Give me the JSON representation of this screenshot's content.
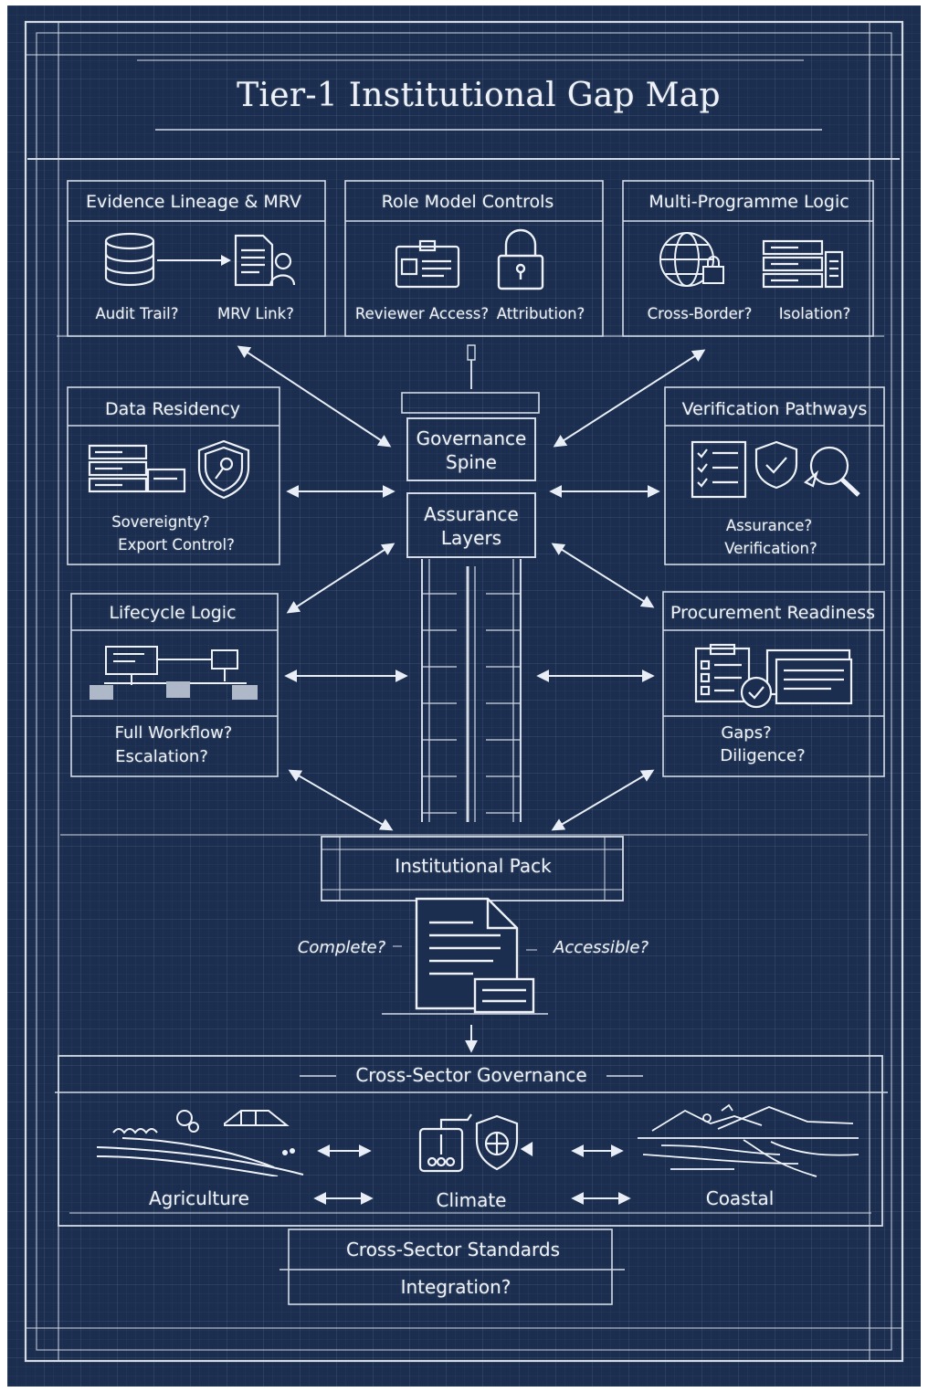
{
  "title": "Tier-1 Institutional Gap Map",
  "colors": {
    "background": "#1b2e4f",
    "line": "#e9eef6"
  },
  "panels": {
    "evidence": {
      "title": "Evidence Lineage & MRV",
      "q1": "Audit Trail?",
      "q2": "MRV Link?",
      "icons": [
        "database-icon",
        "document-user-icon"
      ]
    },
    "role": {
      "title": "Role Model Controls",
      "q1": "Reviewer Access?",
      "q2": "Attribution?",
      "icons": [
        "id-badge-icon",
        "padlock-icon"
      ]
    },
    "multi": {
      "title": "Multi-Programme Logic",
      "q1": "Cross-Border?",
      "q2": "Isolation?",
      "icons": [
        "globe-lock-icon",
        "server-rack-icon"
      ]
    },
    "residency": {
      "title": "Data Residency",
      "q1": "Sovereignty?",
      "q2": "Export Control?",
      "icons": [
        "server-rack-icon",
        "shield-icon"
      ]
    },
    "verification": {
      "title": "Verification Pathways",
      "q1": "Assurance?",
      "q2": "Verification?",
      "icons": [
        "checklist-icon",
        "shield-check-icon",
        "magnifier-icon"
      ]
    },
    "lifecycle": {
      "title": "Lifecycle Logic",
      "q1": "Full Workflow?",
      "q2": "Escalation?",
      "icons": [
        "workflow-icon"
      ]
    },
    "procurement": {
      "title": "Procurement Readiness",
      "q1": "Gaps?",
      "q2": "Diligence?",
      "icons": [
        "clipboard-icon",
        "documents-check-icon"
      ]
    }
  },
  "spine": {
    "governance": "Governance\nSpine",
    "assurance": "Assurance\nLayers"
  },
  "pack": {
    "title": "Institutional Pack",
    "left_q": "Complete?",
    "right_q": "Accessible?",
    "icon": "document-stack-icon"
  },
  "cross_sector": {
    "title": "Cross-Sector Governance",
    "sectors": [
      "Agriculture",
      "Climate",
      "Coastal"
    ],
    "icons": [
      "farm-fields-icon",
      "climate-device-icon",
      "coastline-icon"
    ]
  },
  "standards": {
    "title": "Cross-Sector Standards",
    "question": "Integration?"
  }
}
